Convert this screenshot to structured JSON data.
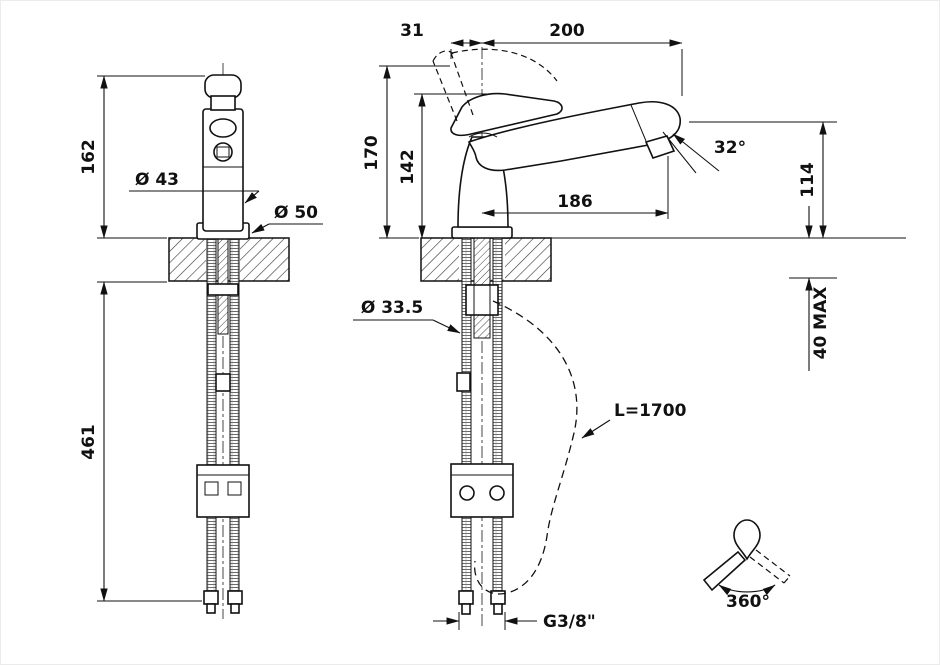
{
  "meta": {
    "type": "technical-drawing",
    "subject": "kitchen mixer tap with pull-out spray, dimensional drawing",
    "background_color": "#ffffff",
    "line_color": "#111111"
  },
  "left_view": {
    "height_above_counter": "162",
    "body_diameter": "Ø 43",
    "base_diameter": "Ø 50",
    "length_below_counter": "461"
  },
  "right_view": {
    "handle_overhang": "31",
    "total_width": "200",
    "height_handle_up": "170",
    "height_handle_down": "142",
    "spout_reach": "186",
    "spray_angle": "32°",
    "spout_height": "114",
    "shank_diameter": "Ø 33.5",
    "max_counter_thickness": "40 MAX",
    "hose_length": "L=1700",
    "thread_size": "G3/8\"",
    "swivel_range": "360°"
  }
}
